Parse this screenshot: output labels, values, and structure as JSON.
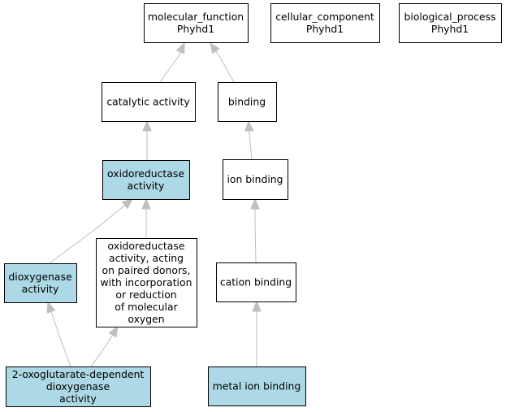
{
  "colors": {
    "highlight_fill": "#add8e6",
    "plain_fill": "#ffffff",
    "border": "#000000",
    "edge": "#bfbfbf"
  },
  "nodes": {
    "molecular_function": {
      "lines": [
        "molecular_function",
        "Phyhd1"
      ],
      "highlighted": false
    },
    "cellular_component": {
      "lines": [
        "cellular_component",
        "Phyhd1"
      ],
      "highlighted": false
    },
    "biological_process": {
      "lines": [
        "biological_process",
        "Phyhd1"
      ],
      "highlighted": false
    },
    "catalytic_activity": {
      "lines": [
        "catalytic activity"
      ],
      "highlighted": false
    },
    "binding": {
      "lines": [
        "binding"
      ],
      "highlighted": false
    },
    "oxidoreductase_activity": {
      "lines": [
        "oxidoreductase",
        "activity"
      ],
      "highlighted": true
    },
    "ion_binding": {
      "lines": [
        "ion binding"
      ],
      "highlighted": false
    },
    "dioxygenase_activity": {
      "lines": [
        "dioxygenase",
        "activity"
      ],
      "highlighted": true
    },
    "oxidoreductase_paired_donors": {
      "lines": [
        "oxidoreductase",
        "activity, acting",
        "on paired donors,",
        "with incorporation",
        "or reduction",
        "of molecular",
        "oxygen"
      ],
      "highlighted": false
    },
    "cation_binding": {
      "lines": [
        "cation binding"
      ],
      "highlighted": false
    },
    "oxoglutarate_dioxygenase": {
      "lines": [
        "2-oxoglutarate-dependent",
        "dioxygenase",
        "activity"
      ],
      "highlighted": true
    },
    "metal_ion_binding": {
      "lines": [
        "metal ion binding"
      ],
      "highlighted": true
    }
  },
  "edges": [
    {
      "from": "catalytic_activity",
      "to": "molecular_function"
    },
    {
      "from": "binding",
      "to": "molecular_function"
    },
    {
      "from": "oxidoreductase_activity",
      "to": "catalytic_activity"
    },
    {
      "from": "ion_binding",
      "to": "binding"
    },
    {
      "from": "dioxygenase_activity",
      "to": "oxidoreductase_activity"
    },
    {
      "from": "oxidoreductase_paired_donors",
      "to": "oxidoreductase_activity"
    },
    {
      "from": "cation_binding",
      "to": "ion_binding"
    },
    {
      "from": "oxoglutarate_dioxygenase",
      "to": "dioxygenase_activity"
    },
    {
      "from": "oxoglutarate_dioxygenase",
      "to": "oxidoreductase_paired_donors"
    },
    {
      "from": "metal_ion_binding",
      "to": "cation_binding"
    }
  ]
}
